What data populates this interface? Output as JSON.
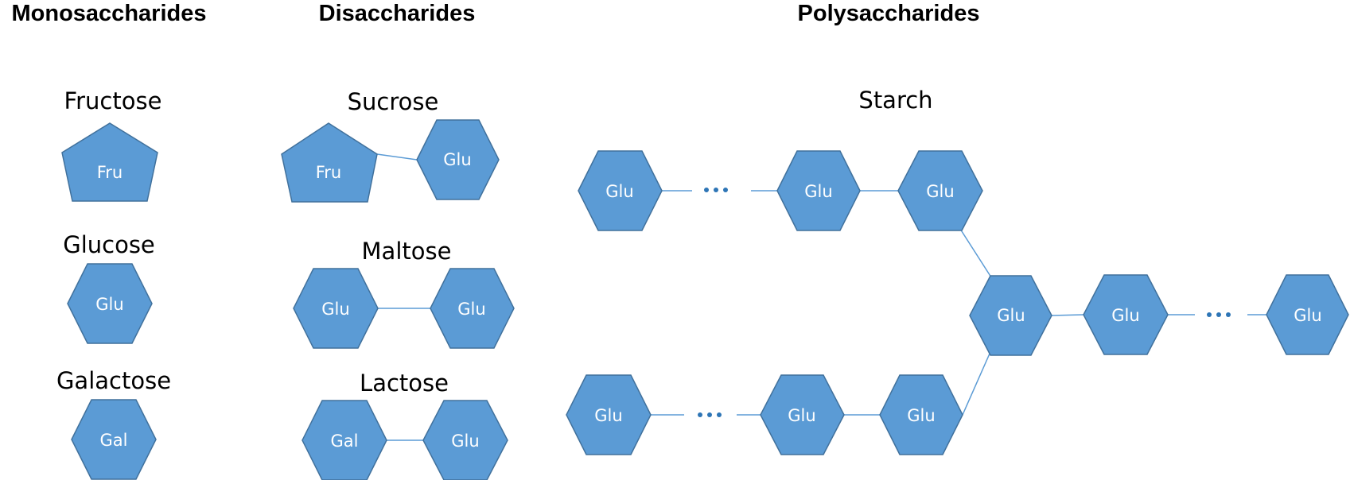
{
  "colors": {
    "shape_fill": "#5b9bd5",
    "shape_stroke": "#41719c",
    "bond": "#5b9bd5",
    "ellipsis": "#2e75b6"
  },
  "sections": {
    "mono": {
      "heading": "Monosaccharides",
      "fructose": {
        "title": "Fructose",
        "ring": "Fru"
      },
      "glucose": {
        "title": "Glucose",
        "ring": "Glu"
      },
      "galactose": {
        "title": "Galactose",
        "ring": "Gal"
      }
    },
    "di": {
      "heading": "Disaccharides",
      "sucrose": {
        "title": "Sucrose",
        "rings": [
          "Fru",
          "Glu"
        ]
      },
      "maltose": {
        "title": "Maltose",
        "rings": [
          "Glu",
          "Glu"
        ]
      },
      "lactose": {
        "title": "Lactose",
        "rings": [
          "Gal",
          "Glu"
        ]
      }
    },
    "poly": {
      "heading": "Polysaccharides",
      "starch": {
        "title": "Starch",
        "top_chain": [
          "Glu",
          "Glu",
          "Glu"
        ],
        "branch_point": "Glu",
        "right_chain": [
          "Glu",
          "Glu"
        ],
        "bottom_chain": [
          "Glu",
          "Glu",
          "Glu"
        ]
      }
    }
  }
}
